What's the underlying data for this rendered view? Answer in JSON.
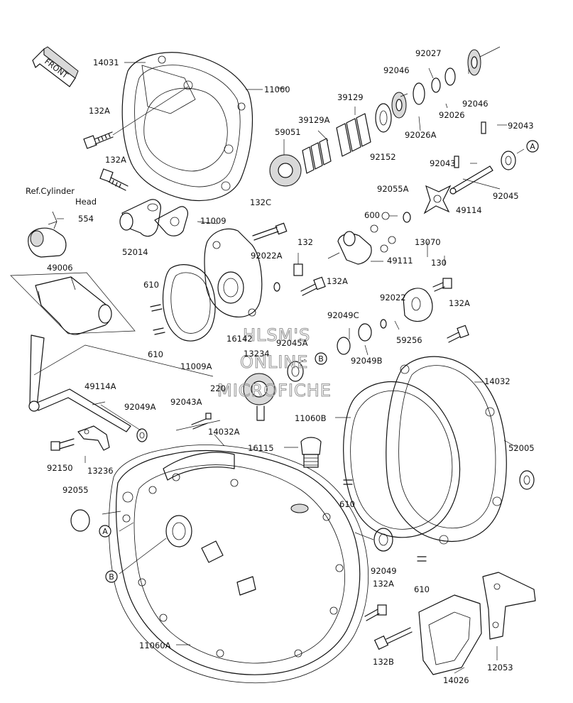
{
  "front_label": "FRONT",
  "watermark": [
    "HLSM'S",
    "ONLINE",
    "MICROFICHE"
  ],
  "ref_labels": [
    {
      "id": "ref-a1",
      "text": "A"
    },
    {
      "id": "ref-a2",
      "text": "A"
    },
    {
      "id": "ref-b1",
      "text": "B"
    },
    {
      "id": "ref-b2",
      "text": "B"
    }
  ],
  "part_labels": [
    "14031",
    "11060",
    "132A",
    "132A",
    "Ref.Cylinder",
    "Head",
    "554",
    "52014",
    "11009",
    "132C",
    "49006",
    "610",
    "610",
    "11009A",
    "92022A",
    "132",
    "132A",
    "16142",
    "13234",
    "92045A",
    "220",
    "49114A",
    "92049A",
    "92043A",
    "92150",
    "13236",
    "92055",
    "14032A",
    "16115",
    "610",
    "11060B",
    "14032",
    "52005",
    "92049",
    "610",
    "132A",
    "132B",
    "14026",
    "12053",
    "11060A",
    "59051",
    "39129A",
    "39129",
    "92046",
    "92027",
    "92046",
    "92026",
    "92026A",
    "92152",
    "92043",
    "92043",
    "92045",
    "92055A",
    "49114",
    "600",
    "13070",
    "49111",
    "130",
    "92022",
    "92049C",
    "92049B",
    "59256",
    "132A"
  ]
}
